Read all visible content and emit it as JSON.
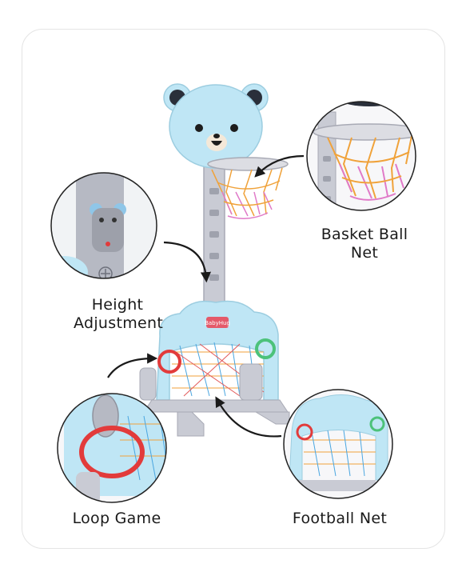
{
  "labels": {
    "basket_ball_net": [
      "Basket Ball",
      "Net"
    ],
    "height_adjustment": [
      "Height",
      "Adjustment"
    ],
    "loop_game": "Loop Game",
    "football_net": "Football Net"
  },
  "brand_badge": "BabyHug",
  "colors": {
    "toy_blue": "#bfe6f5",
    "toy_grey": "#c9cbd4",
    "ring_red": "#e23b3b",
    "ring_green": "#4cc27a",
    "net_orange": "#f0a23a",
    "net_pink": "#e07ac8",
    "arrow": "#1a1a1a"
  }
}
